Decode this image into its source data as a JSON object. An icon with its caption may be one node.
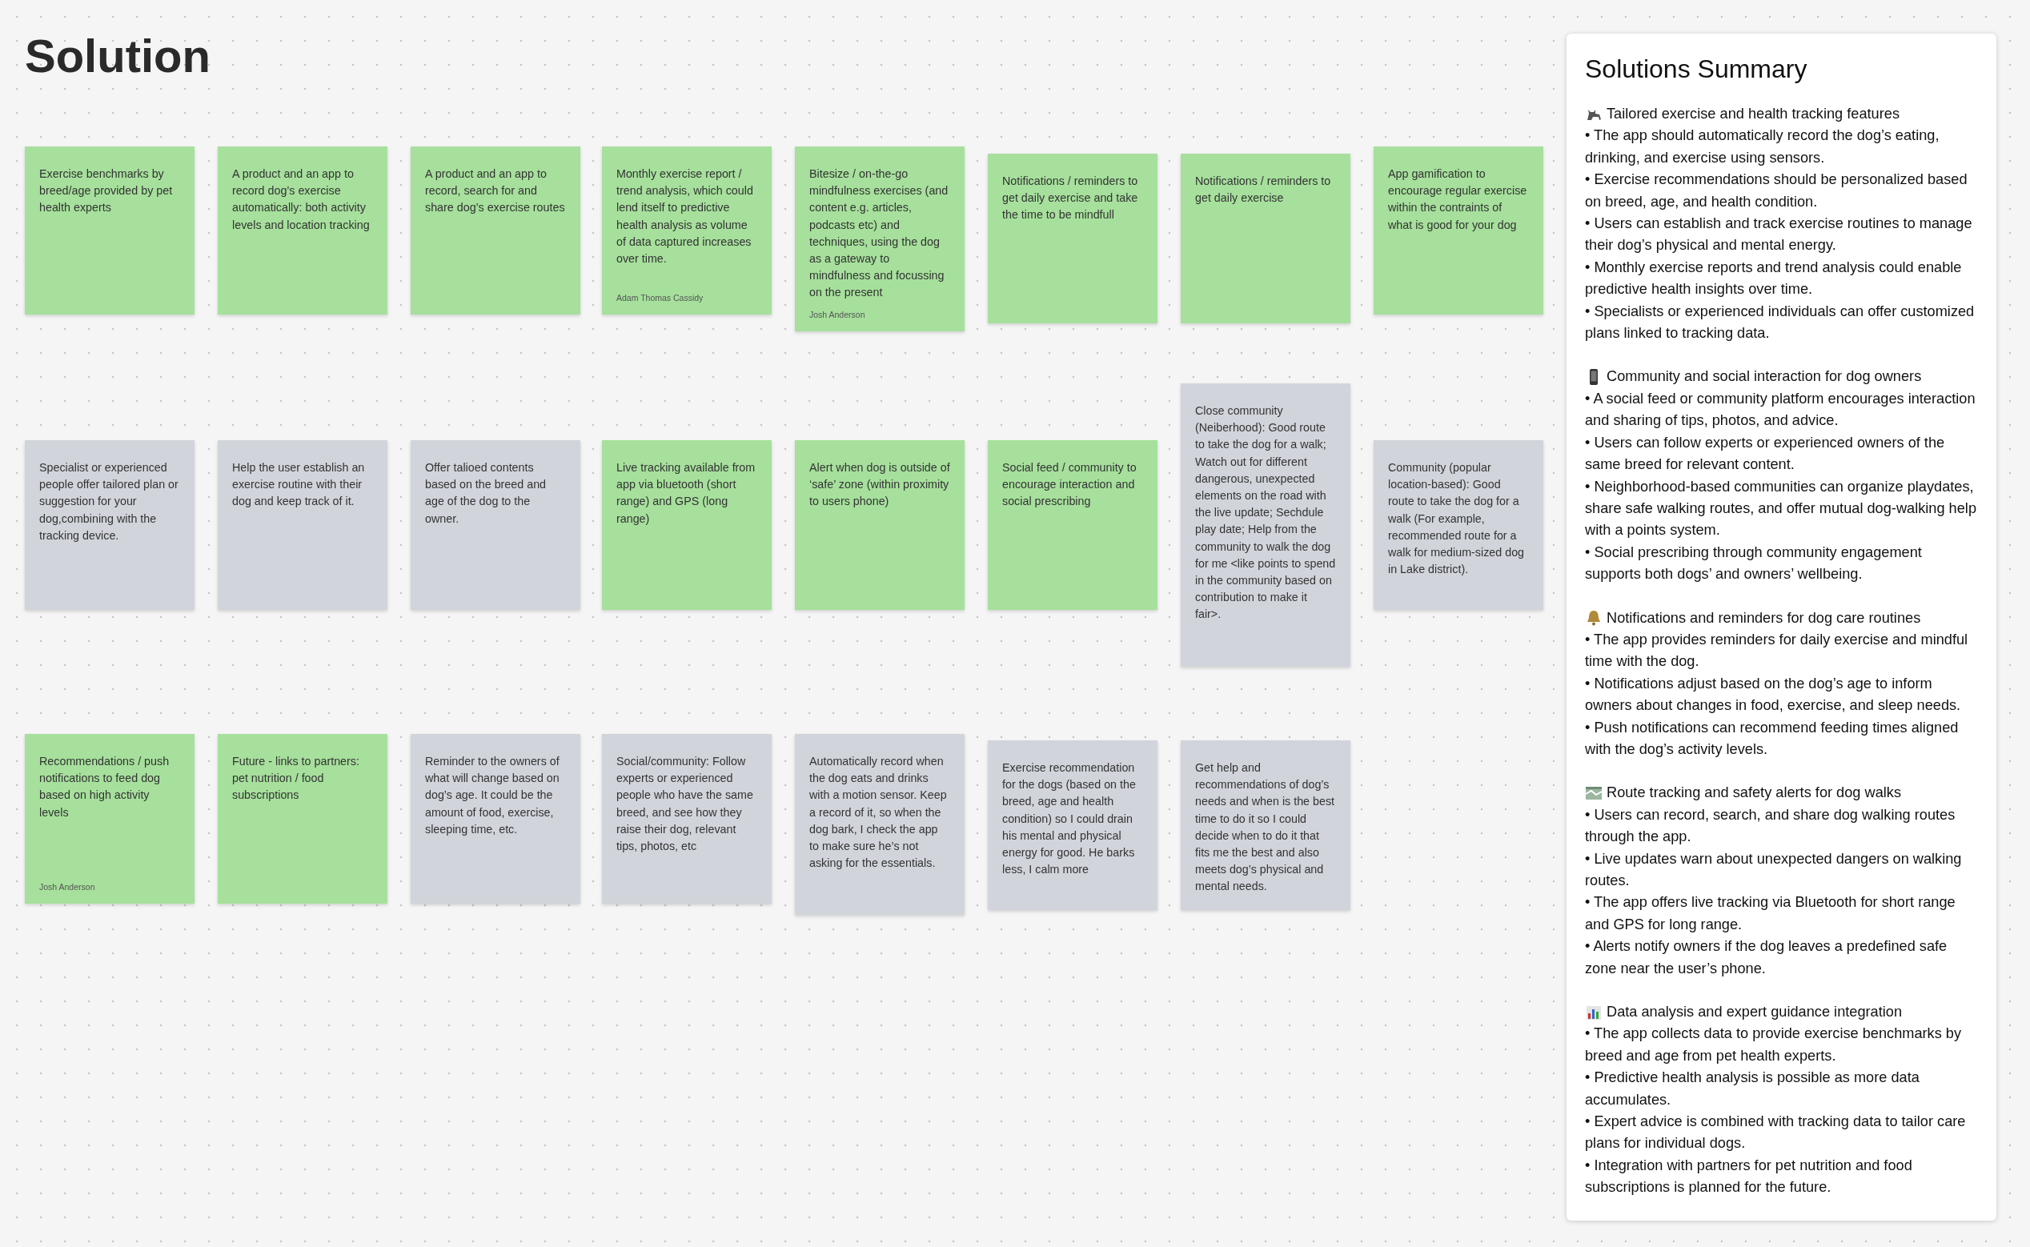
{
  "diagram": {
    "title": "Solution",
    "nodes": [
      {
        "text": [
          "Exercise benchmarks by breed/age provided by pet health experts"
        ]
      },
      {
        "text": [
          "A product and an app to record dog’s exercise automatically: both activity levels and location tracking"
        ]
      },
      {
        "text": [
          "A product and an app to record, search for and share dog’s exercise routes"
        ]
      },
      {
        "text": [
          "Monthly exercise report / trend analysis, which could lend itself to predictive health analysis as volume of data captured increases over time.",
          "Adam Thomas Cassidy"
        ]
      },
      {
        "text": [
          "Bitesize / on-the-go mindfulness exercises (and content e.g. articles, podcasts etc) and techniques, using the dog as a gateway to mindfulness and focussing on the present",
          "Josh Anderson"
        ]
      },
      {
        "text": [
          "Notifications / reminders to get daily exercise and take the time to be mindfull"
        ]
      },
      {
        "text": [
          "Notifications / reminders to get daily exercise"
        ]
      },
      {
        "text": [
          "App gamification to encourage regular exercise within the contraints of what is good for your dog"
        ]
      },
      {
        "text": [
          "Specialist or experienced people offer tailored plan or suggestion for your dog,combining with the tracking device."
        ]
      },
      {
        "text": [
          "Help the user establish an exercise routine with their dog and keep track of it."
        ]
      },
      {
        "text": [
          "Offer talioed contents based on the breed and age of the dog to the owner."
        ]
      },
      {
        "text": [
          "Live tracking available from app via bluetooth (short range) and GPS (long range)"
        ]
      },
      {
        "text": [
          "Alert when dog is outside of ‘safe’ zone (within proximity to users phone)"
        ]
      },
      {
        "text": [
          "Social feed / community to encourage interaction and social prescribing"
        ]
      },
      {
        "text": [
          "Close community (Neiberhood): Good route to take the dog for a walk; Watch out for different dangerous, unexpected elements on the road with the live update; Sechdule play date; Help from the community to walk the dog for me <like points to spend in the community based on contribution to make it fair>."
        ]
      },
      {
        "text": [
          "Community (popular location-based): Good route to take the dog for a walk (For example, recommended route for a walk for medium-sized dog in Lake district)."
        ]
      },
      {
        "text": [
          "Recommendations / push notifications to feed dog based on high activity levels",
          "Josh Anderson"
        ]
      },
      {
        "text": [
          "Future - links to partners: pet nutrition / food subscriptions"
        ]
      },
      {
        "text": [
          "Reminder to the owners of what will change based on dog’s age. It could be the amount of food, exercise, sleeping time, etc."
        ]
      },
      {
        "text": [
          "Social/community: Follow experts or experienced people who have the same breed, and see how they raise their dog, relevant tips, photos, etc"
        ]
      },
      {
        "text": [
          "Automatically record when the dog eats and drinks with a motion sensor. Keep a record of it, so when the dog bark, I check the app to make sure he’s not asking for the essentials."
        ]
      },
      {
        "text": [
          "Exercise recommendation for the dogs (based on the breed, age and health condition) so I could drain his mental and physical energy for good. He barks less, I calm more"
        ]
      },
      {
        "text": [
          "Get help and recommendations of dog’s needs and when is the best time to do it so I could decide when to do it that fits me the best and also meets dog’s physical and mental needs."
        ]
      },
      {
        "text": [
          "Solutions Summary",
          "Tailored exercise and health tracking features",
          "• The app should automatically record the dog’s eating, drinking, and exercise using sensors.",
          "• Exercise recommendations should be personalized based on breed, age, and health condition.",
          "• Users can establish and track exercise routines to manage their dog’s physical and mental energy.",
          "• Monthly exercise reports and trend analysis could enable predictive health insights over time.",
          "• Specialists or experienced individuals can offer customized plans linked to tracking data.",
          "Community and social interaction for dog owners",
          "• A social feed or community platform encourages interaction and sharing of tips, photos, and advice.",
          "• Users can follow experts or experienced owners of the same breed for relevant content.",
          "• Neighborhood-based communities can organize playdates, share safe walking routes, and offer mutual dog-walking help with a points system.",
          "• Social prescribing through community engagement supports both dogs’ and owners’ wellbeing.",
          "Notifications and reminders for dog care routines",
          "• The app provides reminders for daily exercise and mindful time with the dog.",
          "• Notifications adjust based on the dog’s age to inform owners about changes in food, exercise, and sleep needs.",
          "• Push notifications can recommend feeding times aligned with the dog’s activity levels.",
          "Route tracking and safety alerts for dog walks",
          "• Users can record, search, and share dog walking routes through the app.",
          "• Live updates warn about unexpected dangers on walking routes.",
          "• The app offers live tracking via Bluetooth for short range and GPS for long range.",
          "• Alerts notify owners if the dog leaves a predefined safe zone near the user’s phone.",
          "Data analysis and expert guidance integration",
          "• The app collects data to provide exercise benchmarks by breed and age from pet health experts.",
          "• Predictive health analysis is possible as more data accumulates.",
          "• Expert advice is combined with tracking data to tailor care plans for individual dogs.",
          "• Integration with partners for pet nutrition and food subscriptions is planned for the future."
        ]
      }
    ]
  }
}
